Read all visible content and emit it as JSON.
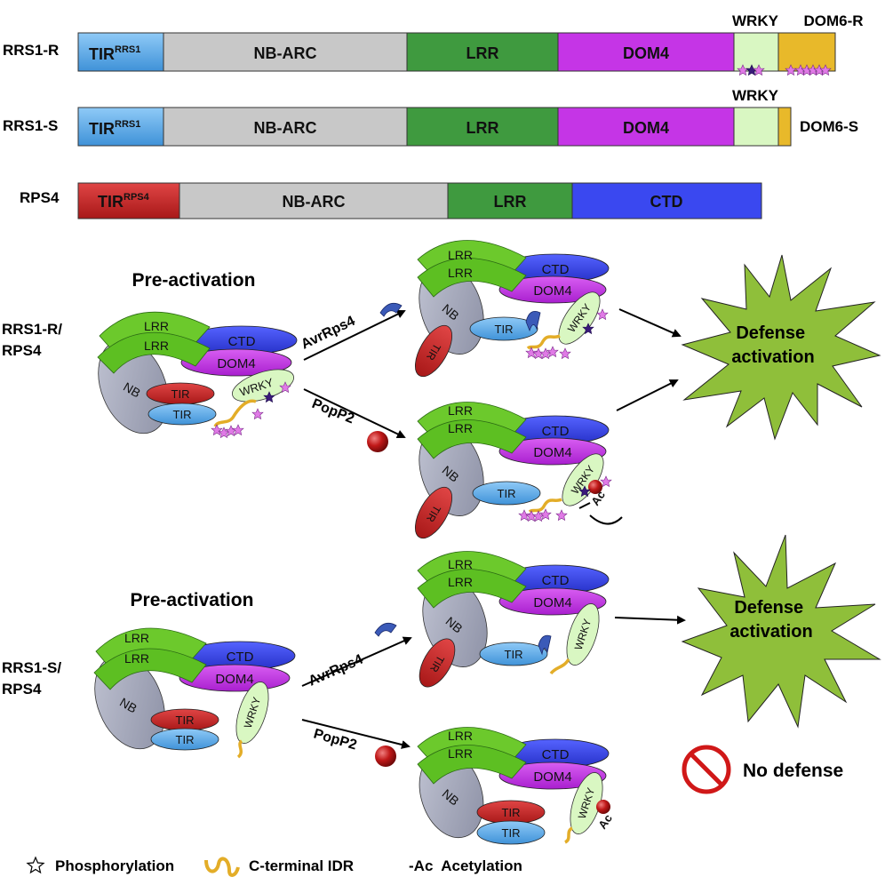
{
  "domain_bars": {
    "rrs1r": {
      "name": "RRS1-R",
      "tir": "TIR",
      "tir_sup": "RRS1",
      "nbarc": "NB-ARC",
      "lrr": "LRR",
      "dom4": "DOM4",
      "wrky": "WRKY",
      "dom6": "DOM6-R"
    },
    "rrs1s": {
      "name": "RRS1-S",
      "tir": "TIR",
      "tir_sup": "RRS1",
      "nbarc": "NB-ARC",
      "lrr": "LRR",
      "dom4": "DOM4",
      "wrky": "WRKY",
      "dom6": "DOM6-S"
    },
    "rps4": {
      "name": "RPS4",
      "tir": "TIR",
      "tir_sup": "RPS4",
      "nbarc": "NB-ARC",
      "lrr": "LRR",
      "ctd": "CTD"
    }
  },
  "complex": {
    "lrr": "LRR",
    "ctd": "CTD",
    "dom4": "DOM4",
    "nb": "NB",
    "tir": "TIR",
    "wrky": "WRKY"
  },
  "panel_r": {
    "heading": "Pre-activation",
    "pair_line1": "RRS1-R/",
    "pair_line2": "RPS4",
    "effector1": "AvrRps4",
    "effector2": "PopP2",
    "outcome": "Defense activation",
    "acetyl": "Ac"
  },
  "panel_s": {
    "heading": "Pre-activation",
    "pair_line1": "RRS1-S/",
    "pair_line2": "RPS4",
    "effector1": "AvrRps4",
    "effector2": "PopP2",
    "outcome": "Defense activation",
    "no_defense": "No defense",
    "acetyl": "Ac"
  },
  "legend": {
    "phospho": "Phosphorylation",
    "idr": "C-terminal IDR",
    "acetyl": "-Ac  Acetylation"
  },
  "colors": {
    "tir_rrs1": "#6ab4f0",
    "tir_rps4": "#d23232",
    "nbarc": "#c8c8c8",
    "lrr": "#3f9a3f",
    "lrr_light": "#6cc92c",
    "dom4": "#c535e6",
    "wrky": "#d9f7c2",
    "dom6": "#e8b92a",
    "ctd": "#3a48f0",
    "nb": "#a7abbd",
    "star": "#e07ae6",
    "star_dark": "#3a1a7a",
    "burst": "#8fbf3a",
    "popp2": "#c01818",
    "no": "#d01818",
    "effector": "#3b5ab8",
    "idr": "#e3ad28"
  }
}
